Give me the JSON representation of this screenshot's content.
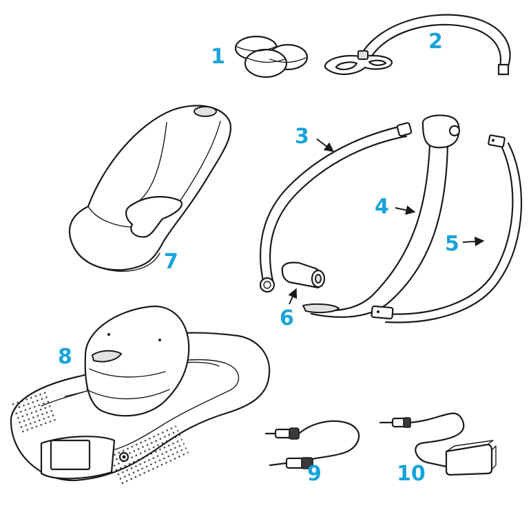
{
  "parts": [
    {
      "id": "1",
      "label": "1",
      "icon": "balls-icon"
    },
    {
      "id": "2",
      "label": "2",
      "icon": "mobile-arm-icon"
    },
    {
      "id": "3",
      "label": "3",
      "icon": "front-tube-icon"
    },
    {
      "id": "4",
      "label": "4",
      "icon": "center-tube-icon"
    },
    {
      "id": "5",
      "label": "5",
      "icon": "back-tube-icon"
    },
    {
      "id": "6",
      "label": "6",
      "icon": "tube-cap-icon"
    },
    {
      "id": "7",
      "label": "7",
      "icon": "seat-fabric-icon"
    },
    {
      "id": "8",
      "label": "8",
      "icon": "base-unit-icon"
    },
    {
      "id": "9",
      "label": "9",
      "icon": "audio-cable-icon"
    },
    {
      "id": "10",
      "label": "10",
      "icon": "power-adapter-icon"
    }
  ],
  "colors": {
    "label": "#1aa3d9",
    "line": "#1a1a1a",
    "shade": "#e2e2e2"
  }
}
